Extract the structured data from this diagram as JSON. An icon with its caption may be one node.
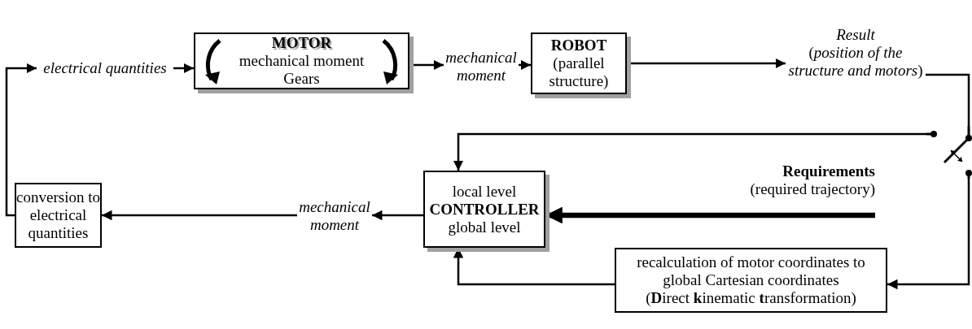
{
  "diagram": {
    "nodes": [
      {
        "text": [
          "electrical quantities"
        ]
      },
      {
        "text": [
          "MOTOR",
          "mechanical moment",
          "Gears"
        ]
      },
      {
        "text": [
          "mechanical moment"
        ]
      },
      {
        "text": [
          "ROBOT",
          "(parallel structure)"
        ]
      },
      {
        "text": [
          "Result",
          "(*position of the structure and motors*)"
        ]
      },
      {
        "text": [],
        "shape": "switch"
      },
      {
        "text": [
          "Requirements",
          "(required trajectory)"
        ]
      },
      {
        "text": [
          "local level",
          "CONTROLLER",
          "global level"
        ]
      },
      {
        "text": [
          "mechanical moment"
        ]
      },
      {
        "text": [
          "conversion to electrical quantities"
        ]
      },
      {
        "text": [
          "recalculation of motor coordinates to global Cartesian coordinates",
          "(**D**irect **k**inematic **t**ransformation)"
        ]
      }
    ],
    "edges": [
      {
        "from": 0,
        "to": 1,
        "arrow": "to"
      },
      {
        "from": 1,
        "to": 2,
        "arrow": "to"
      },
      {
        "from": 2,
        "to": 3,
        "arrow": "to"
      },
      {
        "from": 3,
        "to": 4,
        "arrow": "to"
      },
      {
        "from": 4,
        "to": 5,
        "arrow": "none"
      },
      {
        "from": 5,
        "to": 7,
        "arrow": "to"
      },
      {
        "from": 6,
        "to": 7,
        "arrow": "to",
        "style": "thick"
      },
      {
        "from": 7,
        "to": 8,
        "arrow": "to"
      },
      {
        "from": 8,
        "to": 9,
        "arrow": "to"
      },
      {
        "from": 9,
        "to": 0,
        "arrow": "to"
      },
      {
        "from": 5,
        "to": 10,
        "arrow": "to"
      },
      {
        "from": 10,
        "to": 7,
        "arrow": "to"
      }
    ]
  }
}
